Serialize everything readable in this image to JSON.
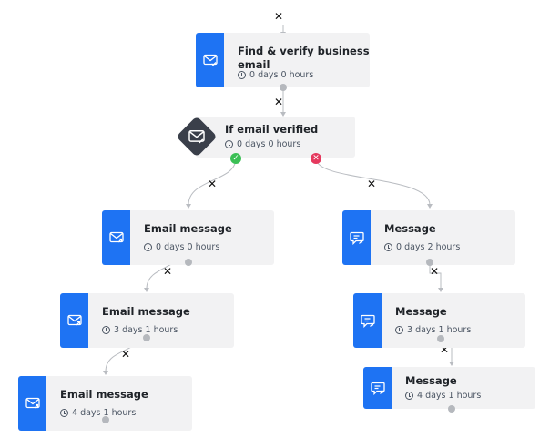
{
  "colors": {
    "accent": "#1e73f3",
    "card": "#f2f2f3",
    "decision": "#3a3f4a",
    "yes": "#3bbf55",
    "no": "#e5395e"
  },
  "nodes": {
    "find_verify": {
      "title": "Find & verify business email",
      "title_l1": "Find & verify business",
      "title_l2": "email",
      "delay": "0 days 0 hours",
      "icon": "envelope-check-icon"
    },
    "if_verified": {
      "title": "If email verified",
      "delay": "0 days 0 hours",
      "icon": "envelope-check-icon"
    },
    "left": [
      {
        "title": "Email message",
        "delay": "0 days 0 hours",
        "icon": "envelope-send-icon"
      },
      {
        "title": "Email message",
        "delay": "3 days 1 hours",
        "icon": "envelope-send-icon"
      },
      {
        "title": "Email message",
        "delay": "4 days 1 hours",
        "icon": "envelope-send-icon"
      }
    ],
    "right": [
      {
        "title": "Message",
        "delay": "0 days 2 hours",
        "icon": "chat-send-icon"
      },
      {
        "title": "Message",
        "delay": "3 days 1 hours",
        "icon": "chat-send-icon"
      },
      {
        "title": "Message",
        "delay": "4 days 1 hours",
        "icon": "chat-send-icon"
      }
    ]
  },
  "branch_badges": {
    "yes": "✓",
    "no": "✕"
  },
  "remove_glyph": "✕"
}
